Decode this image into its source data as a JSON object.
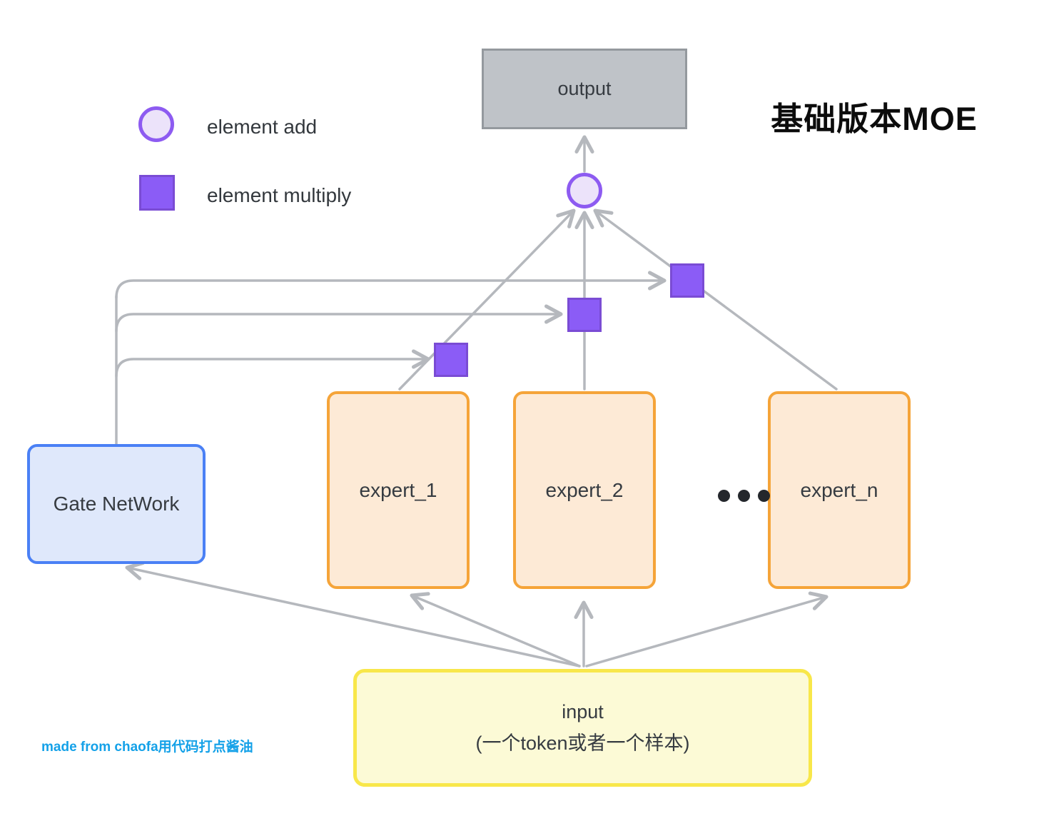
{
  "title": "基础版本MOE",
  "legend": {
    "add_label": "element add",
    "multiply_label": "element multiply"
  },
  "nodes": {
    "output": "output",
    "gate": "Gate NetWork",
    "expert_1": "expert_1",
    "expert_2": "expert_2",
    "expert_n": "expert_n"
  },
  "input": {
    "line1": "input",
    "line2": "(一个token或者一个样本)"
  },
  "watermark": "made from chaofa用代码打点酱油",
  "colors": {
    "multiply_purple": "#8b5cf6",
    "multiply_border": "#7a4cd4",
    "add_fill": "#ece3fa",
    "add_border": "#8d5bf1",
    "gate_border": "#4a80f5",
    "gate_fill": "#dfe8fb",
    "expert_border": "#f5a439",
    "expert_fill": "#fdead6",
    "input_border": "#f8e74a",
    "input_fill": "#fcfad6",
    "output_fill": "#bfc3c8",
    "output_border": "#94999e",
    "connector_gray": "#b5b8bd",
    "watermark_blue": "#14a1e8"
  }
}
